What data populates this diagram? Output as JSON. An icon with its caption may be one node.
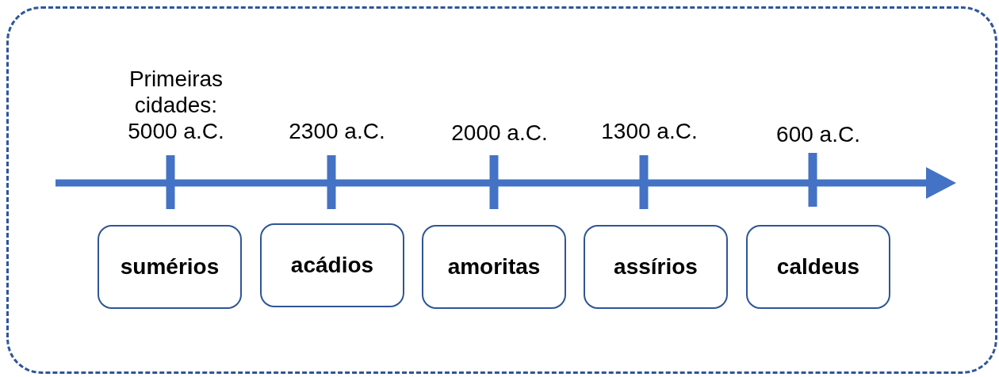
{
  "diagram": {
    "nodes": [
      {
        "text": [],
        "shape": "box"
      },
      {
        "text": [
          "sumérios"
        ],
        "in": 0,
        "beside": [
          "Primeiras cidades: 5000 a.C."
        ]
      },
      {
        "text": [
          "acádios"
        ],
        "in": 0,
        "beside": [
          "2300 a.C."
        ]
      },
      {
        "text": [
          "amoritas"
        ],
        "in": 0,
        "beside": [
          "2000 a.C."
        ]
      },
      {
        "text": [
          "assírios"
        ],
        "in": 0,
        "beside": [
          "1300 a.C."
        ]
      },
      {
        "text": [
          "caldeus"
        ],
        "in": 0,
        "beside": [
          "600 a.C."
        ]
      }
    ],
    "edges": []
  }
}
